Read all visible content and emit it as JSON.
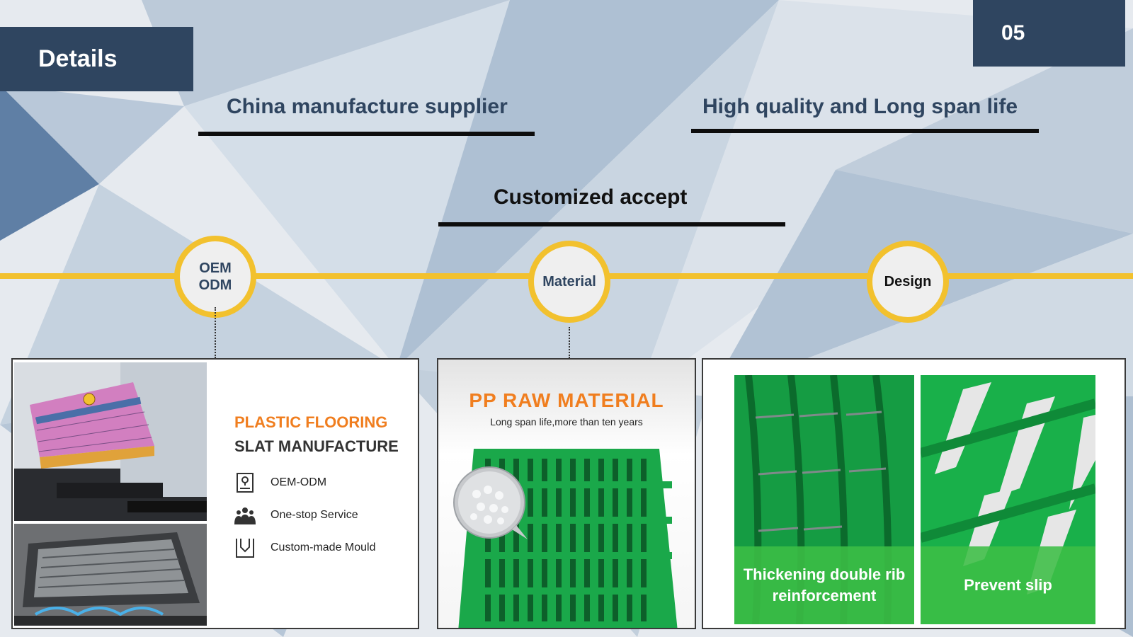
{
  "section_label": "Details",
  "page_number": "05",
  "headings": {
    "left": "China manufacture supplier",
    "right": "High quality and Long span life",
    "center": "Customized accept"
  },
  "timeline": {
    "nodes": [
      {
        "line1": "OEM",
        "line2": "ODM"
      },
      {
        "label": "Material"
      },
      {
        "label": "Design"
      }
    ]
  },
  "panel_manufacture": {
    "title_line1": "PLASTIC FLOORING",
    "title_line2": "SLAT MANUFACTURE",
    "items": [
      {
        "icon": "document-pin-icon",
        "label": "OEM-ODM"
      },
      {
        "icon": "team-icon",
        "label": "One-stop Service"
      },
      {
        "icon": "mould-icon",
        "label": "Custom-made Mould"
      }
    ]
  },
  "panel_material": {
    "title": "PP RAW MATERIAL",
    "subtitle": "Long span life,more than ten years"
  },
  "panel_design": {
    "captions": [
      "Thickening double rib reinforcement",
      "Prevent slip"
    ]
  },
  "colors": {
    "navy": "#2f4560",
    "accent_yellow": "#f2c12e",
    "accent_orange": "#f07e1f",
    "slat_green": "#19b04a"
  }
}
